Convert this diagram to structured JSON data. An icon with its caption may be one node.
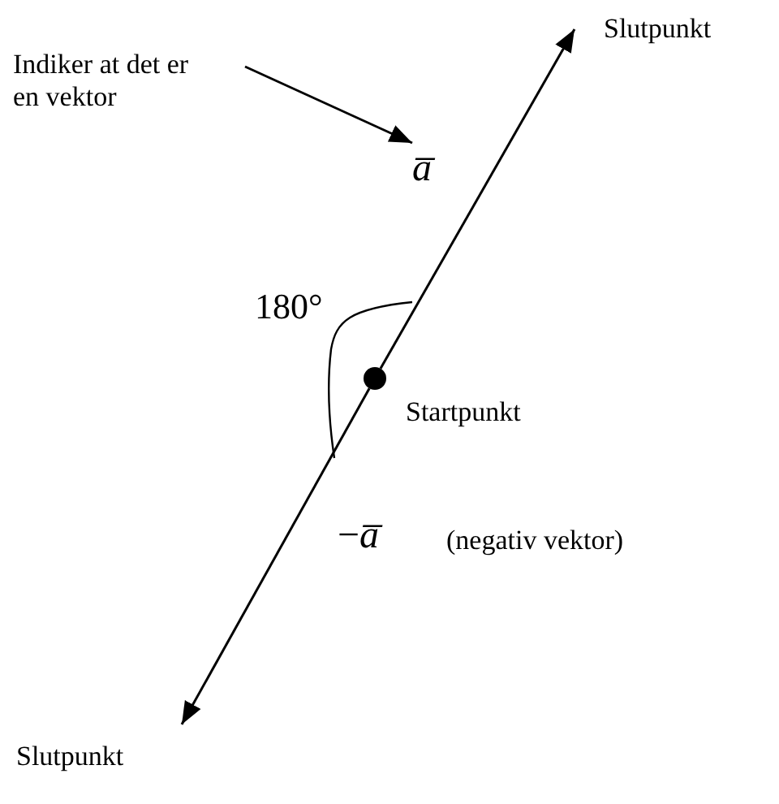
{
  "diagram": {
    "nodes": [
      {
        "text": [
          "Indiker at det er en vektor"
        ]
      },
      {
        "text": [
          "a̅"
        ]
      },
      {
        "text": [],
        "shape": "circle",
        "beside": [
          "Startpunkt"
        ]
      },
      {
        "text": [
          "Slutpunkt"
        ]
      },
      {
        "text": [
          "Slutpunkt"
        ]
      }
    ],
    "edges": [
      {
        "from": 0,
        "to": 1,
        "arrow": "to"
      },
      {
        "from": 2,
        "to": 3,
        "arrow": "to"
      },
      {
        "from": 2,
        "to": 4,
        "arrow": "to"
      }
    ],
    "labels": [
      "180°",
      "−*a̅*",
      "(negativ vektor)"
    ]
  }
}
